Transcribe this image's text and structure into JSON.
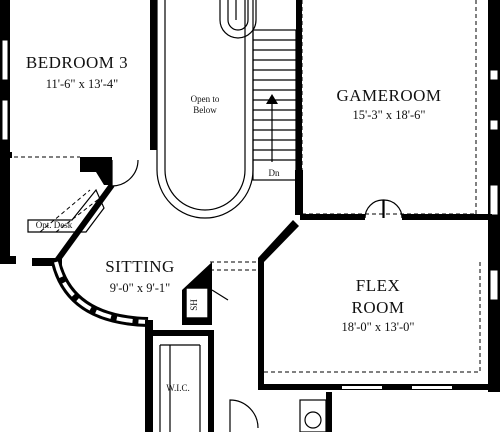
{
  "rooms": {
    "bedroom3": {
      "name": "BEDROOM 3",
      "dims": "11'-6\" x 13'-4\""
    },
    "gameroom": {
      "name": "GAMEROOM",
      "dims": "15'-3\" x 18'-6\""
    },
    "sitting": {
      "name": "SITTING",
      "dims": "9'-0\" x 9'-1\""
    },
    "flex": {
      "name_line1": "FLEX",
      "name_line2": "ROOM",
      "dims": "18'-0\" x 13'-0\""
    }
  },
  "labels": {
    "open_to_below_1": "Open to",
    "open_to_below_2": "Below",
    "stair_dn": "Dn",
    "opt_desk": "Opt. Desk",
    "sh": "SH",
    "wic": "W.I.C."
  }
}
